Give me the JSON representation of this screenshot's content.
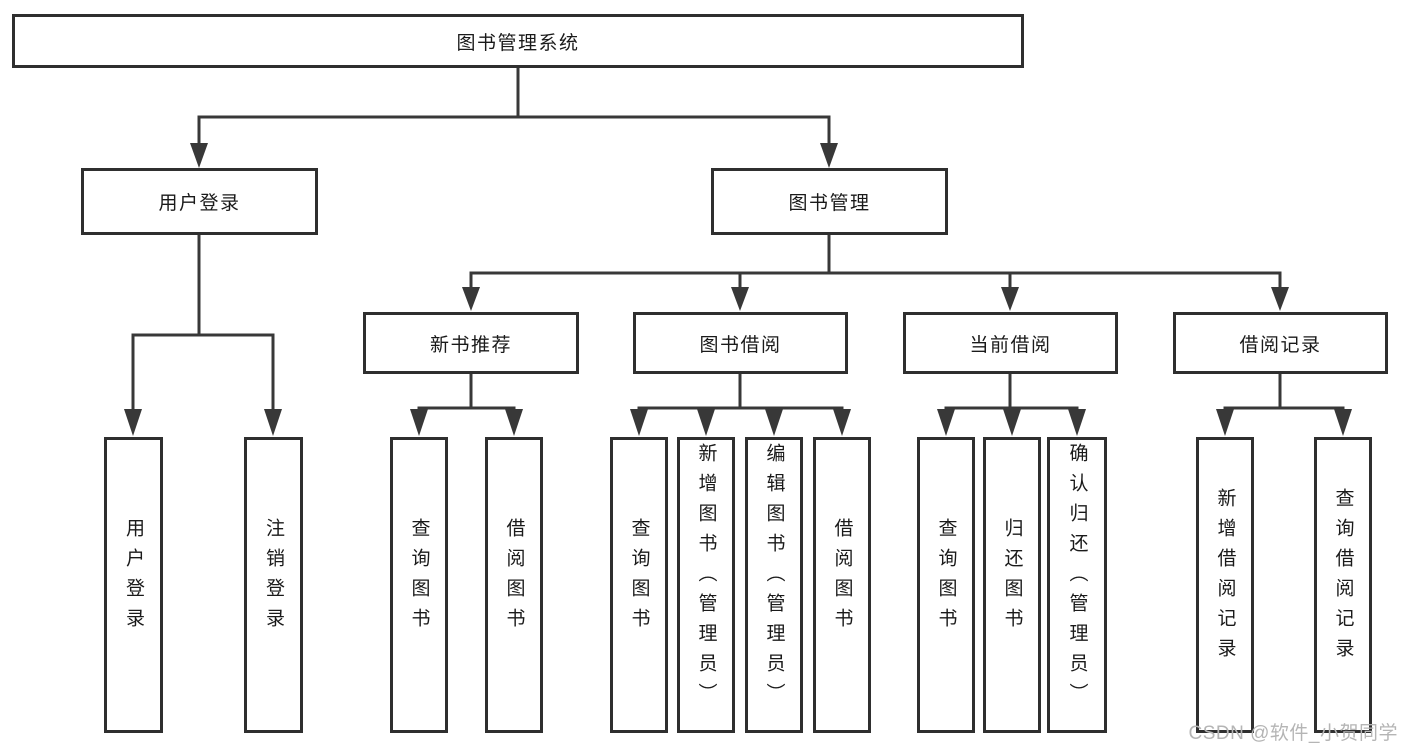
{
  "diagram": {
    "root": {
      "label": "图书管理系统"
    },
    "branches": [
      {
        "label": "用户登录",
        "children": [
          {
            "label": "用户登录"
          },
          {
            "label": "注销登录"
          }
        ]
      },
      {
        "label": "图书管理",
        "modules": [
          {
            "label": "新书推荐",
            "children": [
              {
                "label": "查询图书"
              },
              {
                "label": "借阅图书"
              }
            ]
          },
          {
            "label": "图书借阅",
            "children": [
              {
                "label": "查询图书"
              },
              {
                "label": "新增图书（管理员）"
              },
              {
                "label": "编辑图书（管理员）"
              },
              {
                "label": "借阅图书"
              }
            ]
          },
          {
            "label": "当前借阅",
            "children": [
              {
                "label": "查询图书"
              },
              {
                "label": "归还图书"
              },
              {
                "label": "确认归还（管理员）"
              }
            ]
          },
          {
            "label": "借阅记录",
            "children": [
              {
                "label": "新增借阅记录"
              },
              {
                "label": "查询借阅记录"
              }
            ]
          }
        ]
      }
    ]
  },
  "watermark": {
    "text": "CSDN @软件_小贺同学"
  },
  "colors": {
    "line": "#383838",
    "box_border": "#2f2f2f",
    "text": "#1a1a1a",
    "watermark": "#b5b5b5",
    "background": "#ffffff"
  }
}
